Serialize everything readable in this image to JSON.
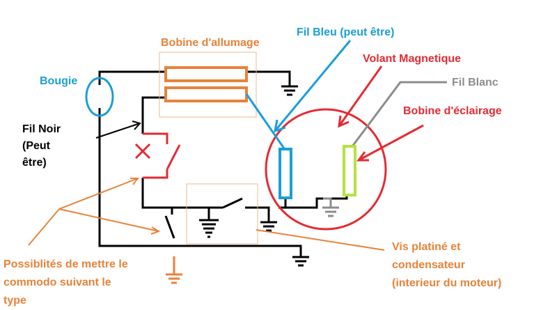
{
  "labels": {
    "bougie": "Bougie",
    "bobine_allumage": "Bobine d'allumage",
    "fil_bleu": "Fil Bleu (peut être)",
    "volant_magnetique": "Volant Magnetique",
    "fil_blanc": "Fil Blanc",
    "bobine_eclairage": "Bobine d'éclairage",
    "fil_noir": [
      "Fil Noir",
      "(Peut",
      "être)"
    ],
    "commodo": [
      "Possiblités de mettre le",
      "commodo suivant le",
      "type"
    ],
    "vis_platine": [
      "Vis platiné et",
      "condensateur",
      "(interieur du moteur)"
    ]
  },
  "colors": {
    "black": "#000000",
    "orange": "#e8823a",
    "blue": "#1a9ed8",
    "red": "#e52a32",
    "gray": "#8c8c8c",
    "green": "#b5e23e",
    "box_border": "#e8b98f"
  }
}
